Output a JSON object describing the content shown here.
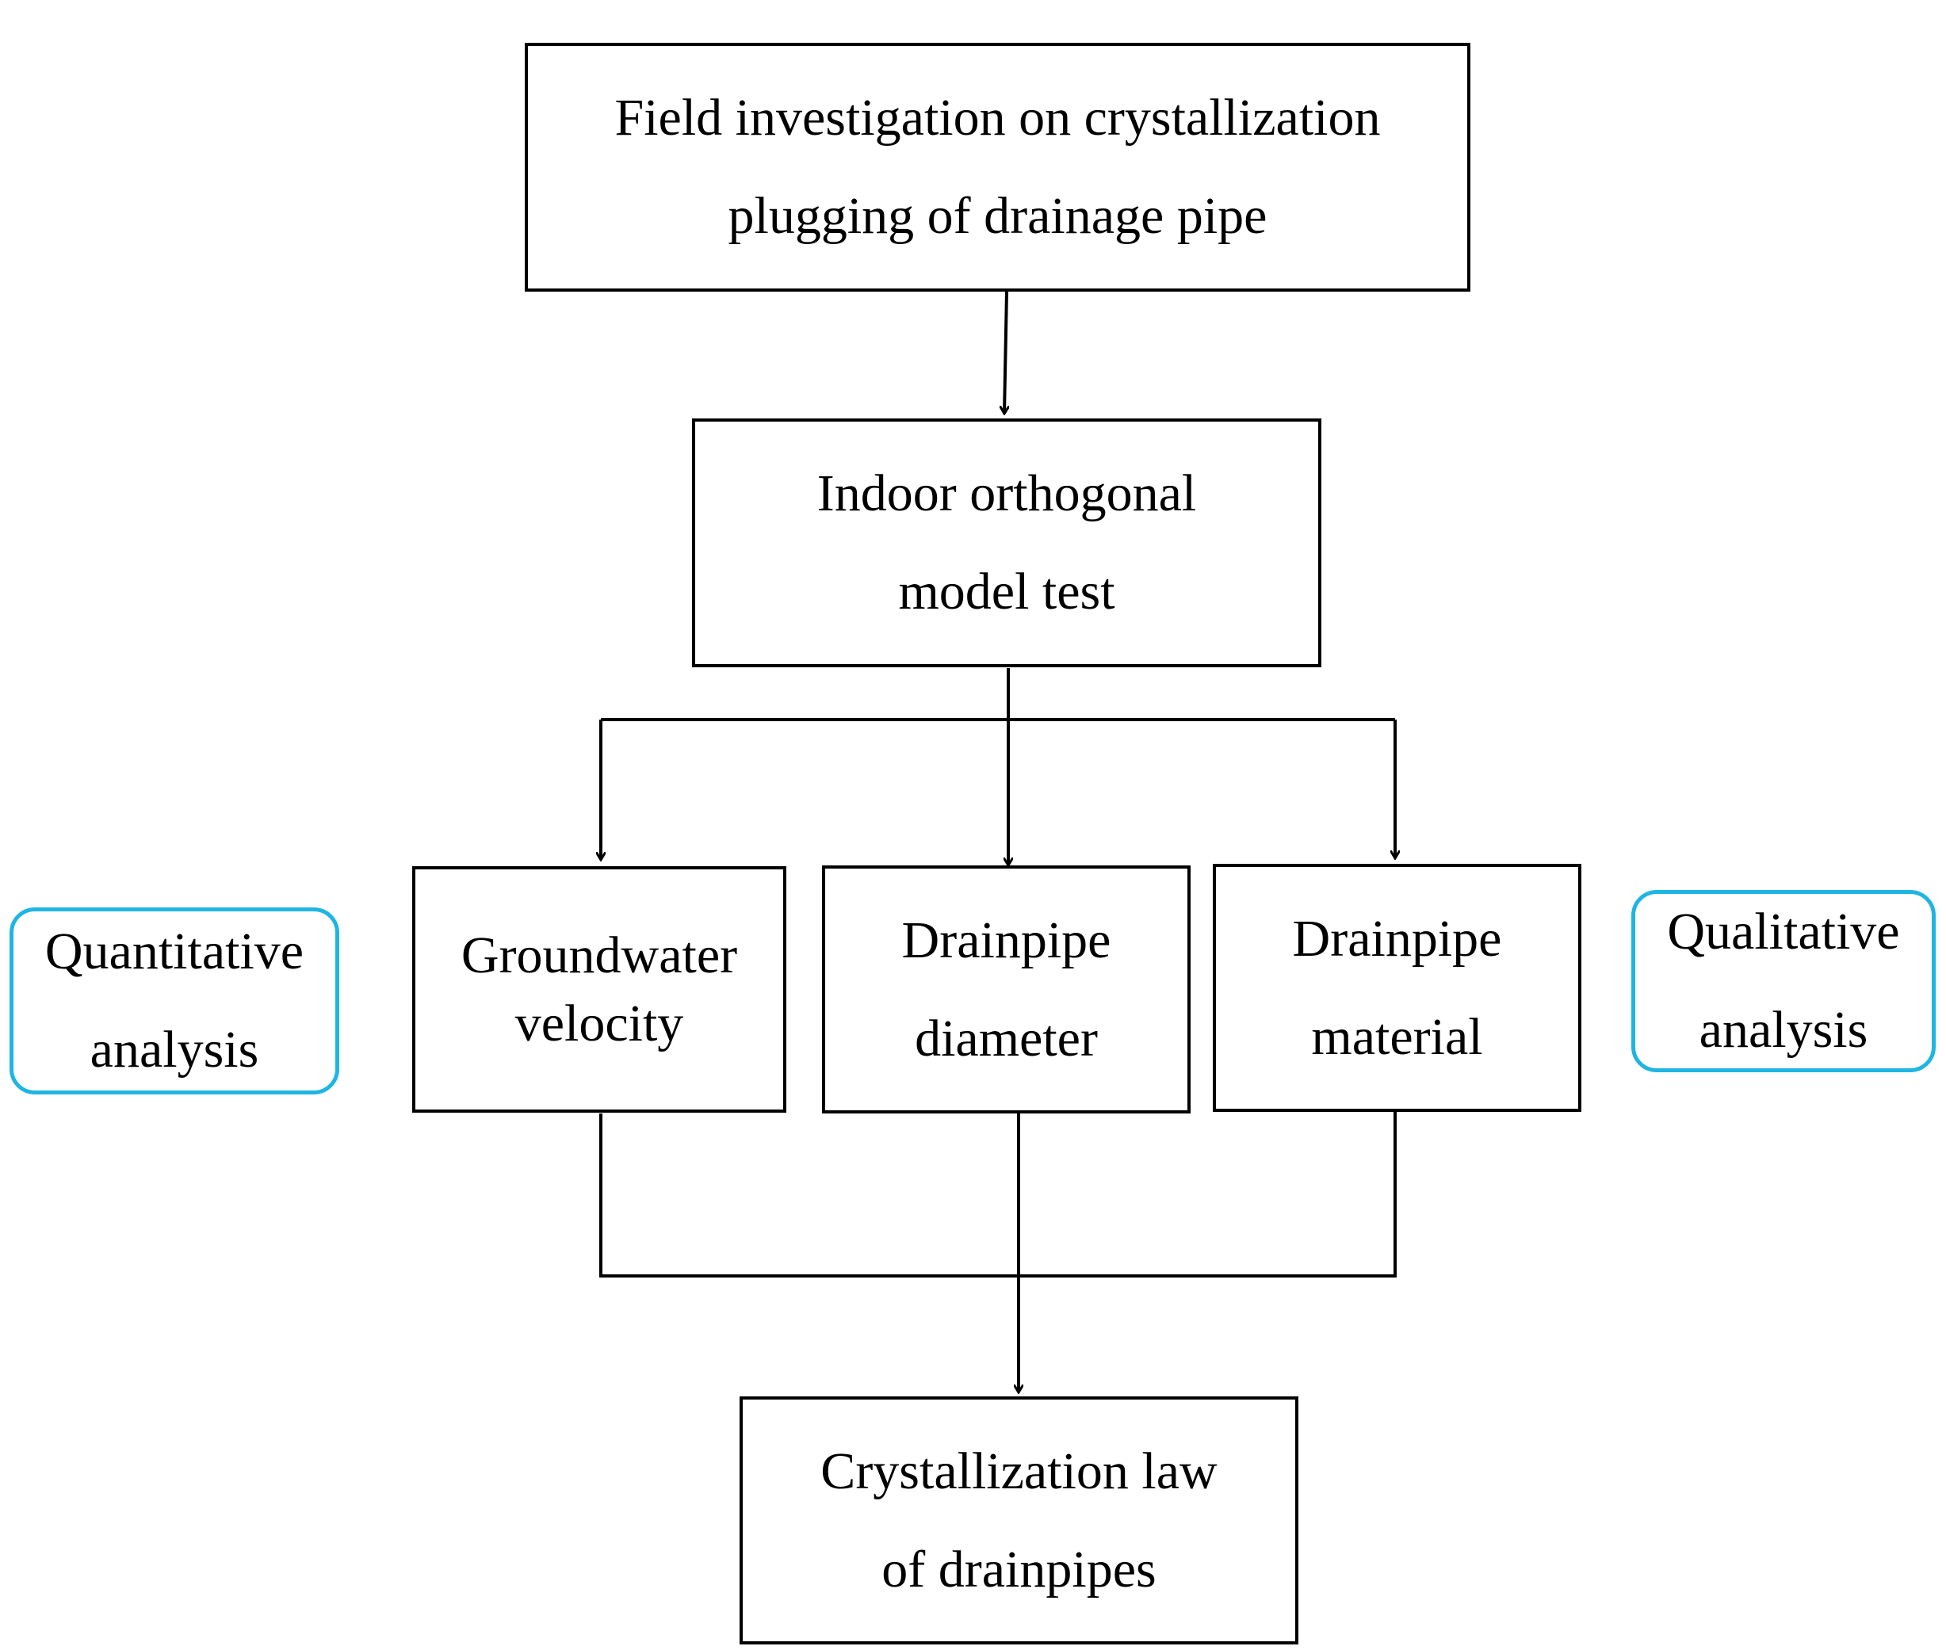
{
  "nodes": {
    "field_investigation": {
      "line1": "Field investigation on crystallization",
      "line2": "plugging of drainage pipe"
    },
    "orthogonal_test": {
      "line1": "Indoor orthogonal",
      "line2": "model test"
    },
    "groundwater_velocity": {
      "line1": "Groundwater",
      "line2": "velocity"
    },
    "drainpipe_diameter": {
      "line1": "Drainpipe",
      "line2": "diameter"
    },
    "drainpipe_material": {
      "line1": "Drainpipe",
      "line2": "material"
    },
    "crystallization_law": {
      "line1": "Crystallization law",
      "line2": "of drainpipes"
    },
    "quantitative_analysis": {
      "line1": "Quantitative",
      "line2": "analysis"
    },
    "qualitative_analysis": {
      "line1": "Qualitative",
      "line2": "analysis"
    }
  },
  "edges": [
    {
      "from": "field_investigation",
      "to": "orthogonal_test"
    },
    {
      "from": "orthogonal_test",
      "to": "groundwater_velocity"
    },
    {
      "from": "orthogonal_test",
      "to": "drainpipe_diameter"
    },
    {
      "from": "orthogonal_test",
      "to": "drainpipe_material"
    },
    {
      "from": "groundwater_velocity",
      "to": "crystallization_law"
    },
    {
      "from": "drainpipe_diameter",
      "to": "crystallization_law"
    },
    {
      "from": "drainpipe_material",
      "to": "crystallization_law"
    }
  ],
  "colors": {
    "box_border": "#000000",
    "side_label_border": "#1fb5e3",
    "text": "#000000"
  }
}
